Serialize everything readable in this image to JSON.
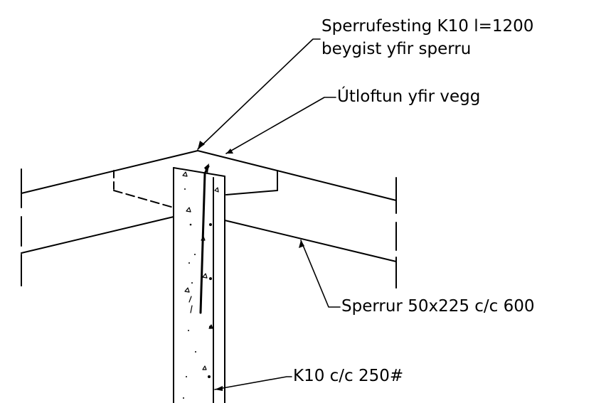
{
  "drawing": {
    "labels": {
      "rafter_fastening_line1": "Sperrufesting K10 l=1200",
      "rafter_fastening_line2": "beygist yfir sperru",
      "ventilation": "Útloftun yfir vegg",
      "rafters": "Sperrur 50x225 c/c 600",
      "rebar": "K10 c/c 250#"
    }
  }
}
